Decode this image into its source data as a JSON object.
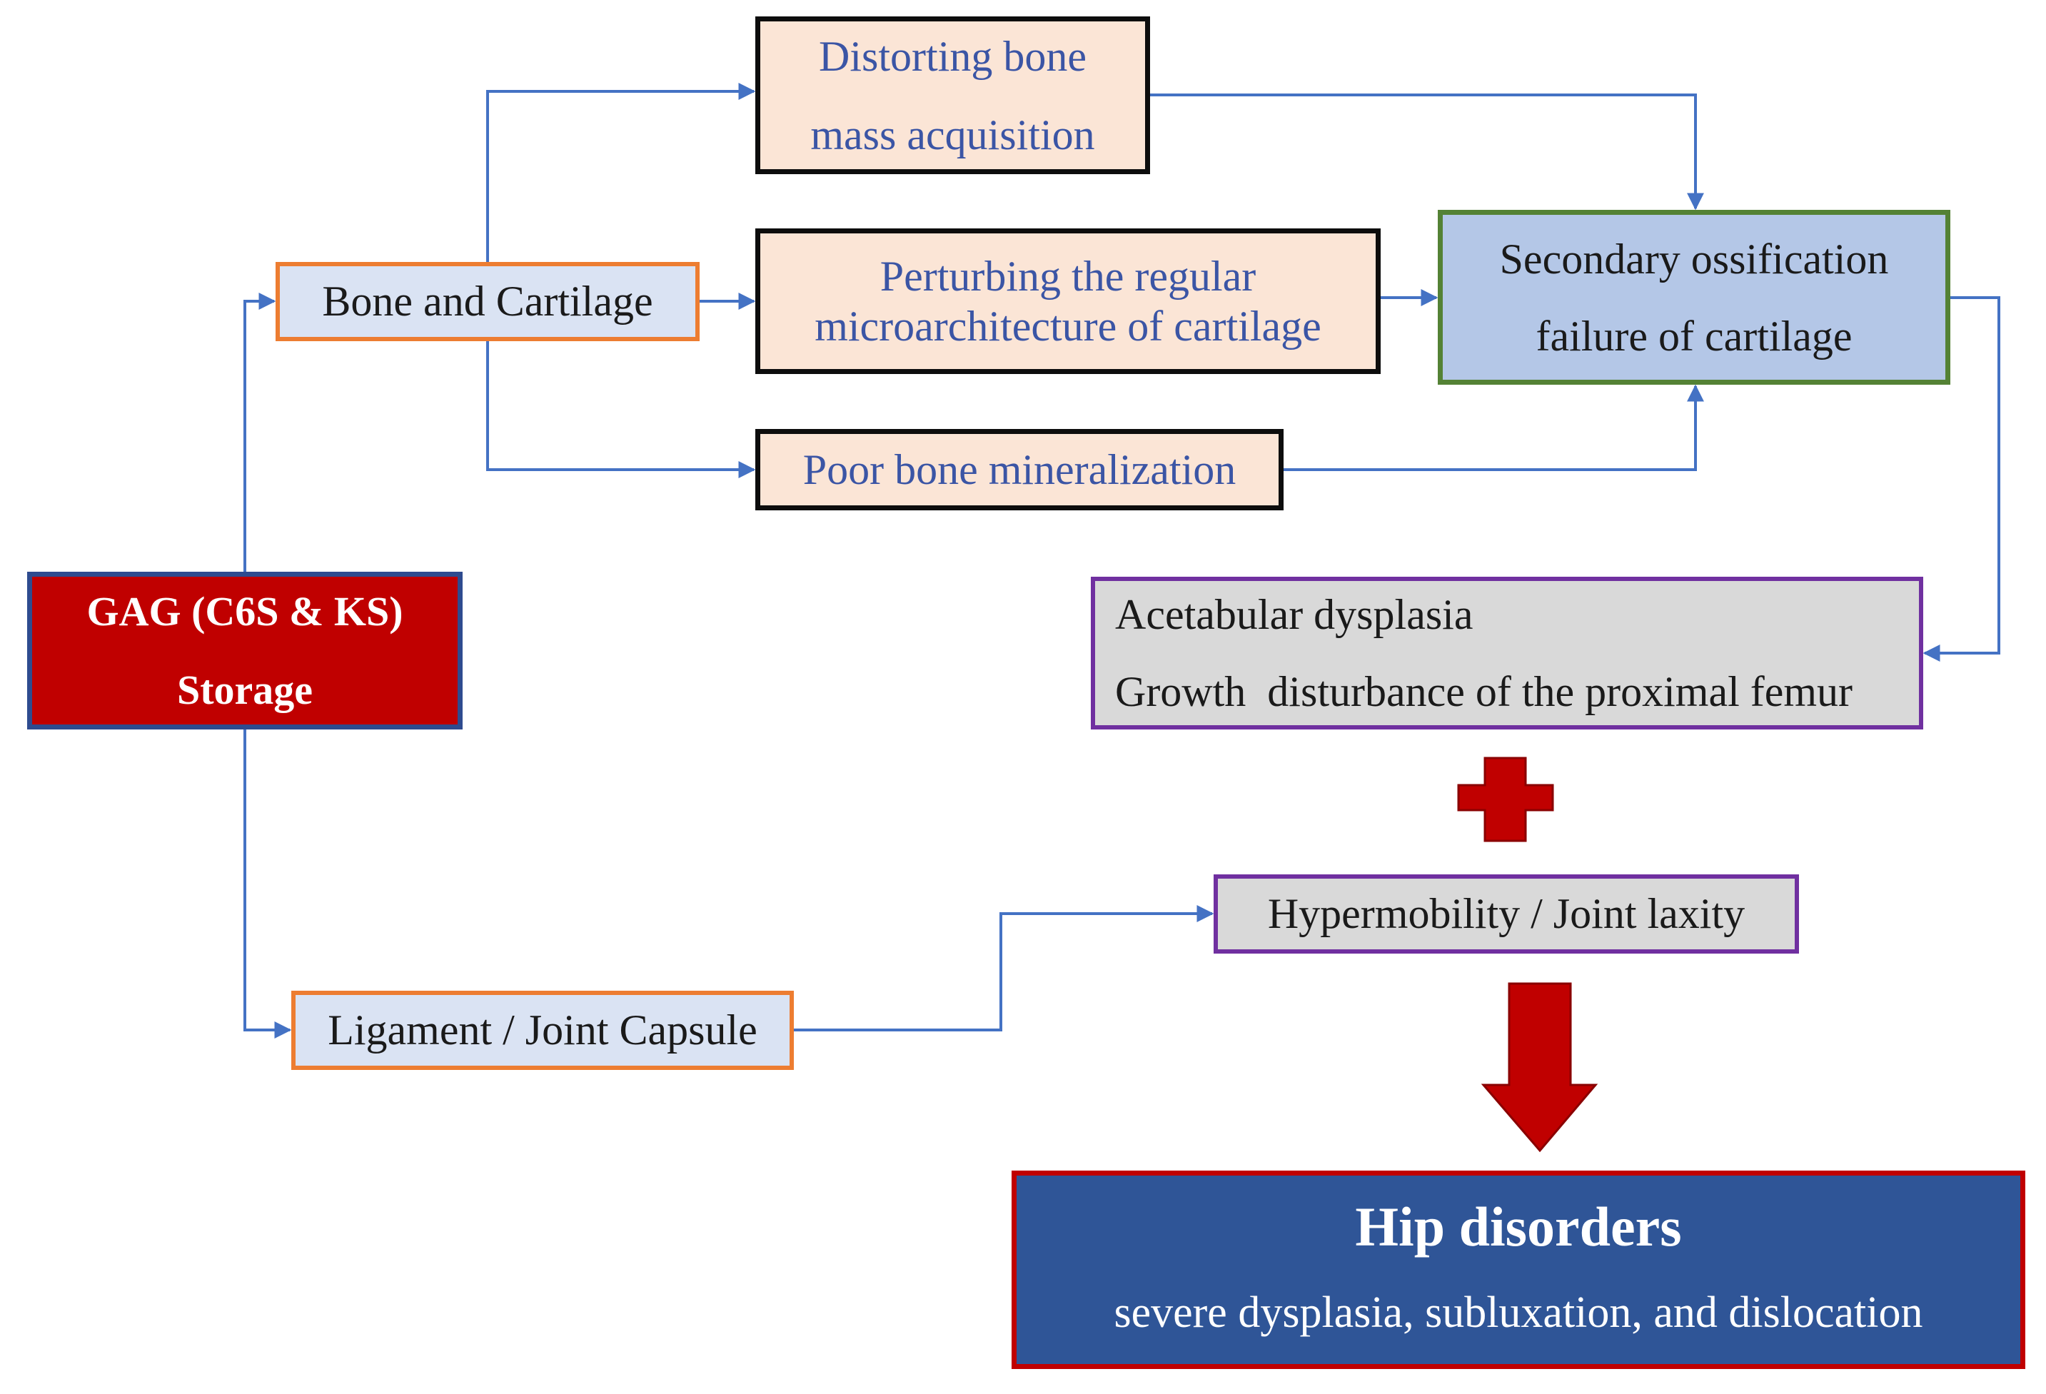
{
  "colors": {
    "connector": "#4472c4",
    "big_arrow": "#c00000",
    "plus": "#c00000"
  },
  "nodes": {
    "gag": {
      "line1": "GAG (C6S & KS)",
      "line2": "Storage"
    },
    "bone_cartilage": {
      "label": "Bone and Cartilage"
    },
    "ligament": {
      "label": "Ligament / Joint Capsule"
    },
    "distorting": {
      "line1": "Distorting bone",
      "line2": "mass acquisition"
    },
    "perturbing": {
      "line1": "Perturbing the regular",
      "line2": "microarchitecture of cartilage"
    },
    "poor_mineral": {
      "label": "Poor bone mineralization"
    },
    "secondary": {
      "line1": "Secondary ossification",
      "line2": "failure of cartilage"
    },
    "acetabular": {
      "line1": "Acetabular dysplasia",
      "line2": "Growth  disturbance of the proximal femur"
    },
    "hypermobility": {
      "label": "Hypermobility / Joint laxity"
    },
    "hip": {
      "title": "Hip disorders",
      "subtitle": "severe dysplasia, subluxation, and dislocation"
    }
  },
  "icons": {
    "plus": "plus-icon",
    "down_arrow": "arrow-down-icon"
  }
}
